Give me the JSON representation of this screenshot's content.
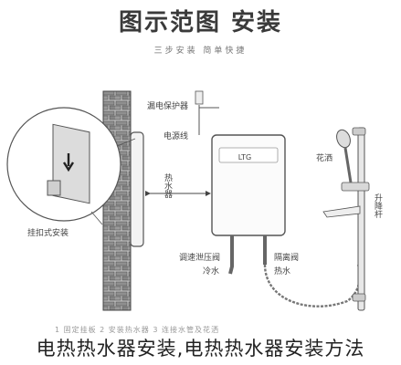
{
  "header": {
    "title": "图示范图 安装",
    "subtitle": "三步安装 简单快捷"
  },
  "labels": {
    "leak_protector": "漏电保护器",
    "power_cord": "电源线",
    "heater_body": "热水器",
    "showerhead": "花洒",
    "lift_rod": "升降杆",
    "hang_install": "挂扣式安装",
    "pressure_valve": "调速泄压阀",
    "cold_water": "冷水",
    "isolation_valve": "隔离阀",
    "hot_water": "热水",
    "brand": "LTG"
  },
  "footer": {
    "steps": "1 固定挂板  2 安装热水器  3 连接水管及花洒",
    "caption": "电热热水器安装,电热热水器安装方法"
  }
}
